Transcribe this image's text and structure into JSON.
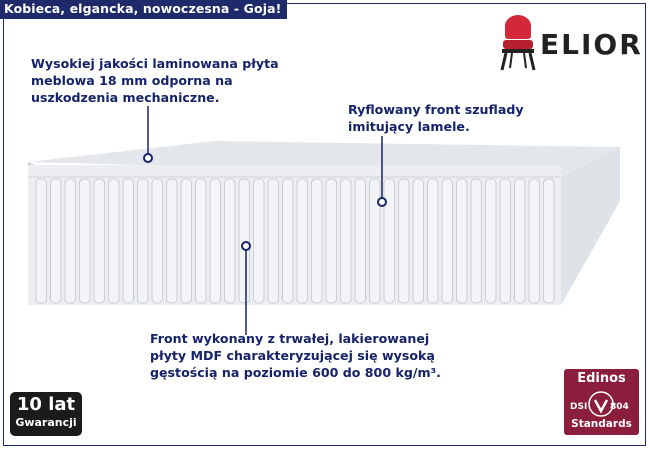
{
  "header": {
    "title": "Kobieca, elgancka, nowoczesna - Goja!"
  },
  "brand": {
    "name": "ELIOR",
    "icon": "chair-icon"
  },
  "callouts": {
    "board": [
      "Wysokiej jakości laminowana płyta",
      "meblowa 18 mm odporna na",
      "uszkodzenia mechaniczne."
    ],
    "front": [
      "Ryflowany front szuflady",
      "imitujący lamele."
    ],
    "mdf": [
      "Front wykonany z trwałej, lakierowanej",
      "płyty MDF charakteryzującej się wysoką",
      "gęstością na poziomie 600 do 800 kg/m³."
    ]
  },
  "badges": {
    "warranty": {
      "big": "10 lat",
      "small": "Gwarancji"
    },
    "edinos": {
      "name": "Edinos",
      "left": "DSI",
      "right": "804",
      "bottom": "Standards"
    }
  },
  "colors": {
    "accent": "#1f2a6b",
    "burgundy": "#8a1e3c",
    "warranty_bg": "#1b1b1b"
  }
}
